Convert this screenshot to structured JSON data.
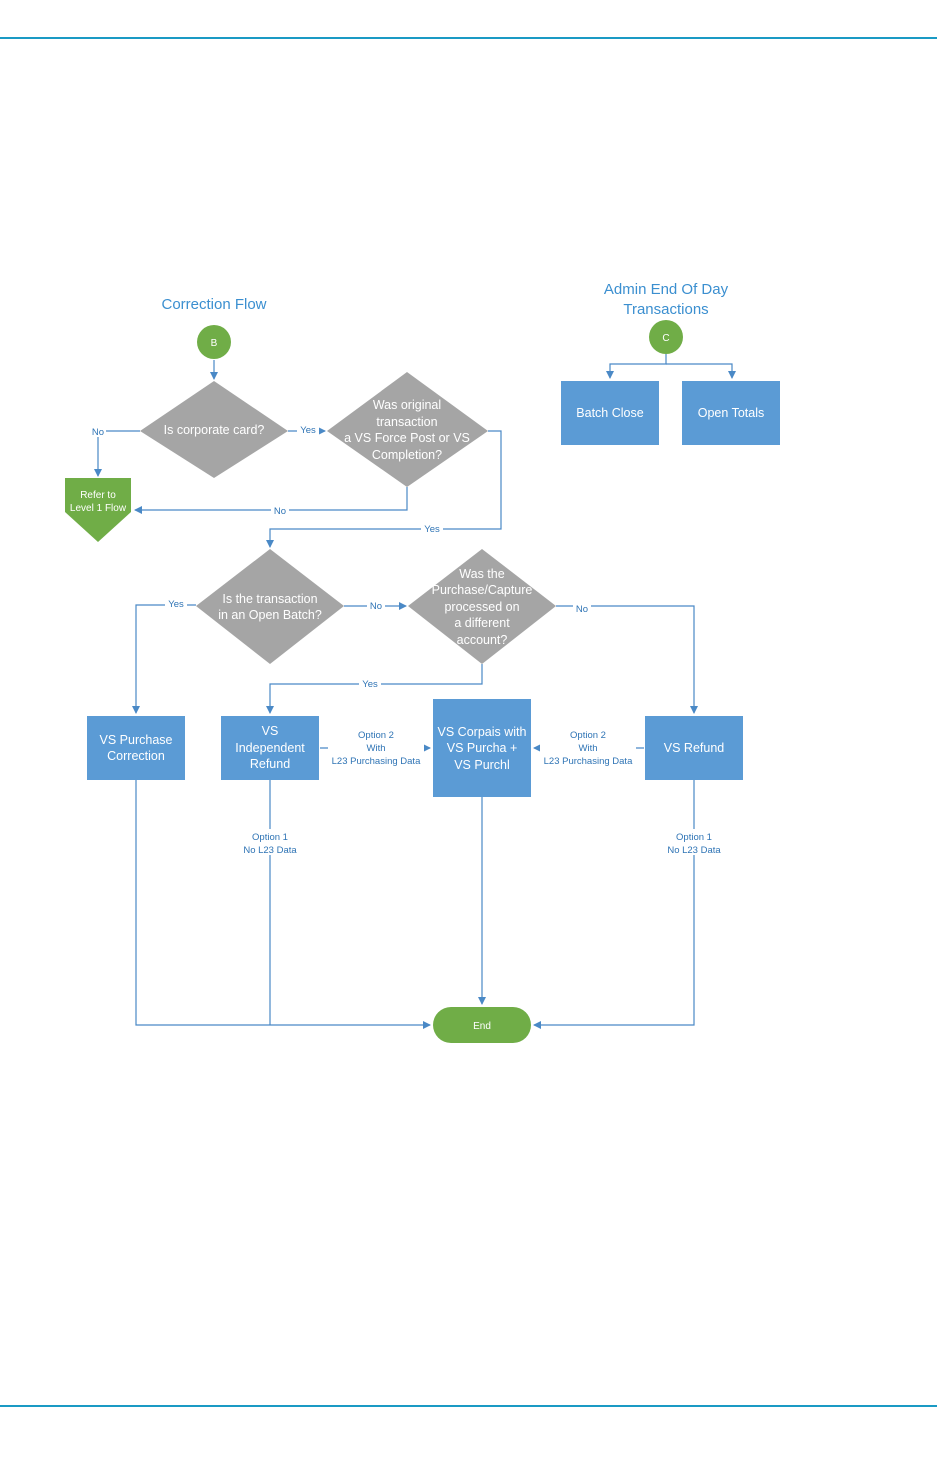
{
  "titles": {
    "correction_flow": "Correction Flow",
    "admin_line1": "Admin End Of Day",
    "admin_line2": "Transactions"
  },
  "connectors": {
    "b": "B",
    "c": "C"
  },
  "decisions": {
    "corporate_card": [
      "Is corporate card?"
    ],
    "force_post": [
      "Was original",
      "transaction",
      "a VS Force Post or VS",
      "Completion?"
    ],
    "open_batch": [
      "Is the transaction",
      "in an Open Batch?"
    ],
    "different_account": [
      "Was the",
      "Purchase/Capture",
      "processed on",
      "a different",
      "account?"
    ]
  },
  "processes": {
    "batch_close": [
      "Batch Close"
    ],
    "open_totals": [
      "Open Totals"
    ],
    "purchase_correction": [
      "VS Purchase",
      "Correction"
    ],
    "independent_refund": [
      "VS",
      "Independent",
      "Refund"
    ],
    "corpais": [
      "VS Corpais with",
      "VS Purcha +",
      "VS Purchl"
    ],
    "refund": [
      "VS Refund"
    ]
  },
  "refer": [
    "Refer to",
    "Level 1 Flow"
  ],
  "end": "End",
  "edge_labels": {
    "no_left": "No",
    "yes_force": "Yes",
    "no_refer": "No",
    "yes_down": "Yes",
    "yes_purchase": "Yes",
    "no_mid": "No",
    "no_right": "No",
    "yes_independent": "Yes",
    "option2_left": [
      "Option 2",
      "With",
      "L23 Purchasing Data"
    ],
    "option2_right": [
      "Option 2",
      "With",
      "L23 Purchasing Data"
    ],
    "option1_left": [
      "Option 1",
      "No L23 Data"
    ],
    "option1_right": [
      "Option 1",
      "No L23 Data"
    ]
  },
  "colors": {
    "accent_line": "#1a9ac4",
    "title_blue": "#3b8fd0",
    "process_blue": "#5b9bd5",
    "decision_gray": "#a5a5a5",
    "terminal_green": "#70ad47",
    "edge_blue": "#4a89c6"
  }
}
